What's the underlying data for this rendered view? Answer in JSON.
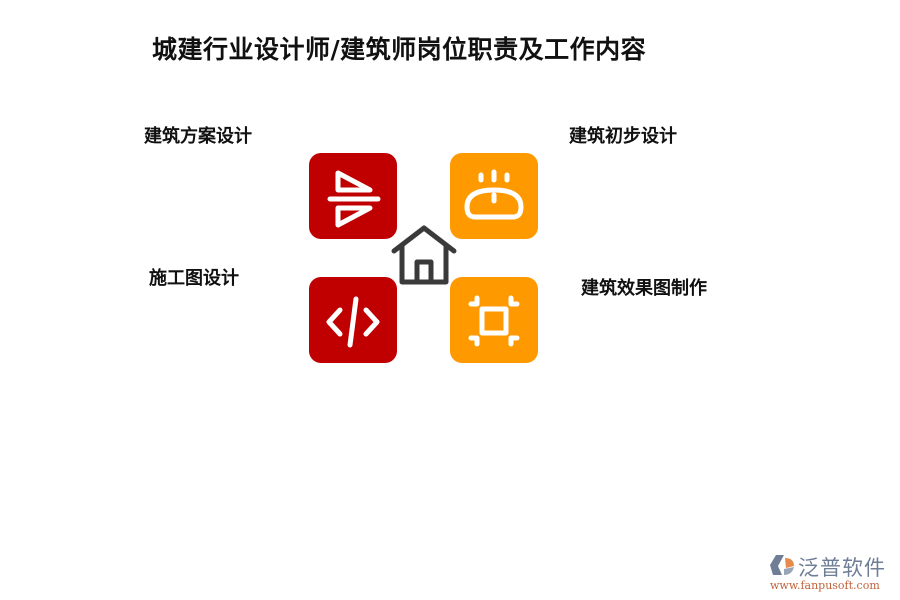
{
  "title": "城建行业设计师/建筑师岗位职责及工作内容",
  "center": {
    "icon": "home-icon",
    "color": "#3a3a3a"
  },
  "items": [
    {
      "label": "建筑方案设计",
      "icon": "flip-horizontal-icon",
      "color": "#c00000"
    },
    {
      "label": "建筑初步设计",
      "icon": "bread-icon",
      "color": "#ff9900"
    },
    {
      "label": "施工图设计",
      "icon": "code-icon",
      "color": "#c00000"
    },
    {
      "label": "建筑效果图制作",
      "icon": "crop-frame-icon",
      "color": "#ff9900"
    }
  ],
  "watermark": {
    "brand": "泛普软件",
    "url": "www.fanpusoft.com"
  }
}
